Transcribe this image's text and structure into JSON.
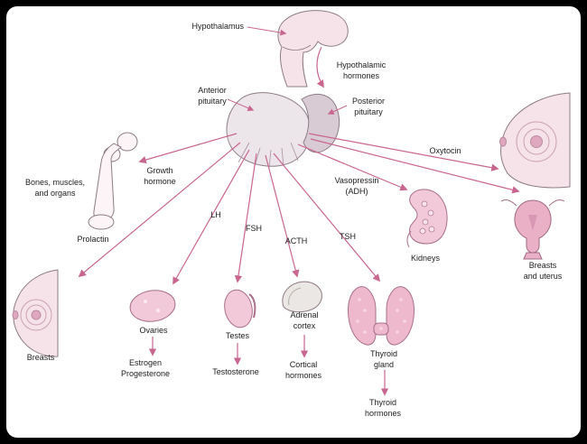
{
  "colors": {
    "page_bg": "#000000",
    "panel_bg": "#ffffff",
    "arrow": "#c9668f",
    "outline": "#8d7c86",
    "organ_pink": "#f2c9d8",
    "organ_pink_dark": "#eeb9cc",
    "tissue_light": "#f6e3ea",
    "gland_gray": "#ece6ea",
    "gland_dark": "#d9cbd4",
    "bone_white": "#fcf4f7"
  },
  "labels": {
    "hypothalamus": "Hypothalamus",
    "hypothalamic_hormones": "Hypothalamic hormones",
    "anterior_pituitary": "Anterior pituitary",
    "posterior_pituitary": "Posterior pituitary",
    "growth_hormone": "Growth hormone",
    "bones_muscles": "Bones, muscles, and organs",
    "prolactin": "Prolactin",
    "lh": "LH",
    "fsh": "FSH",
    "acth": "ACTH",
    "tsh": "TSH",
    "vasopressin": "Vasopressin (ADH)",
    "oxytocin": "Oxytocin",
    "kidneys": "Kidneys",
    "breasts_uterus": "Breasts and uterus",
    "breasts": "Breasts",
    "ovaries": "Ovaries",
    "testes": "Testes",
    "adrenal_cortex": "Adrenal cortex",
    "thyroid_gland": "Thyroid gland",
    "estrogen_progesterone": "Estrogen Progesterone",
    "testosterone": "Testosterone",
    "cortical_hormones": "Cortical hormones",
    "thyroid_hormones": "Thyroid hormones"
  }
}
